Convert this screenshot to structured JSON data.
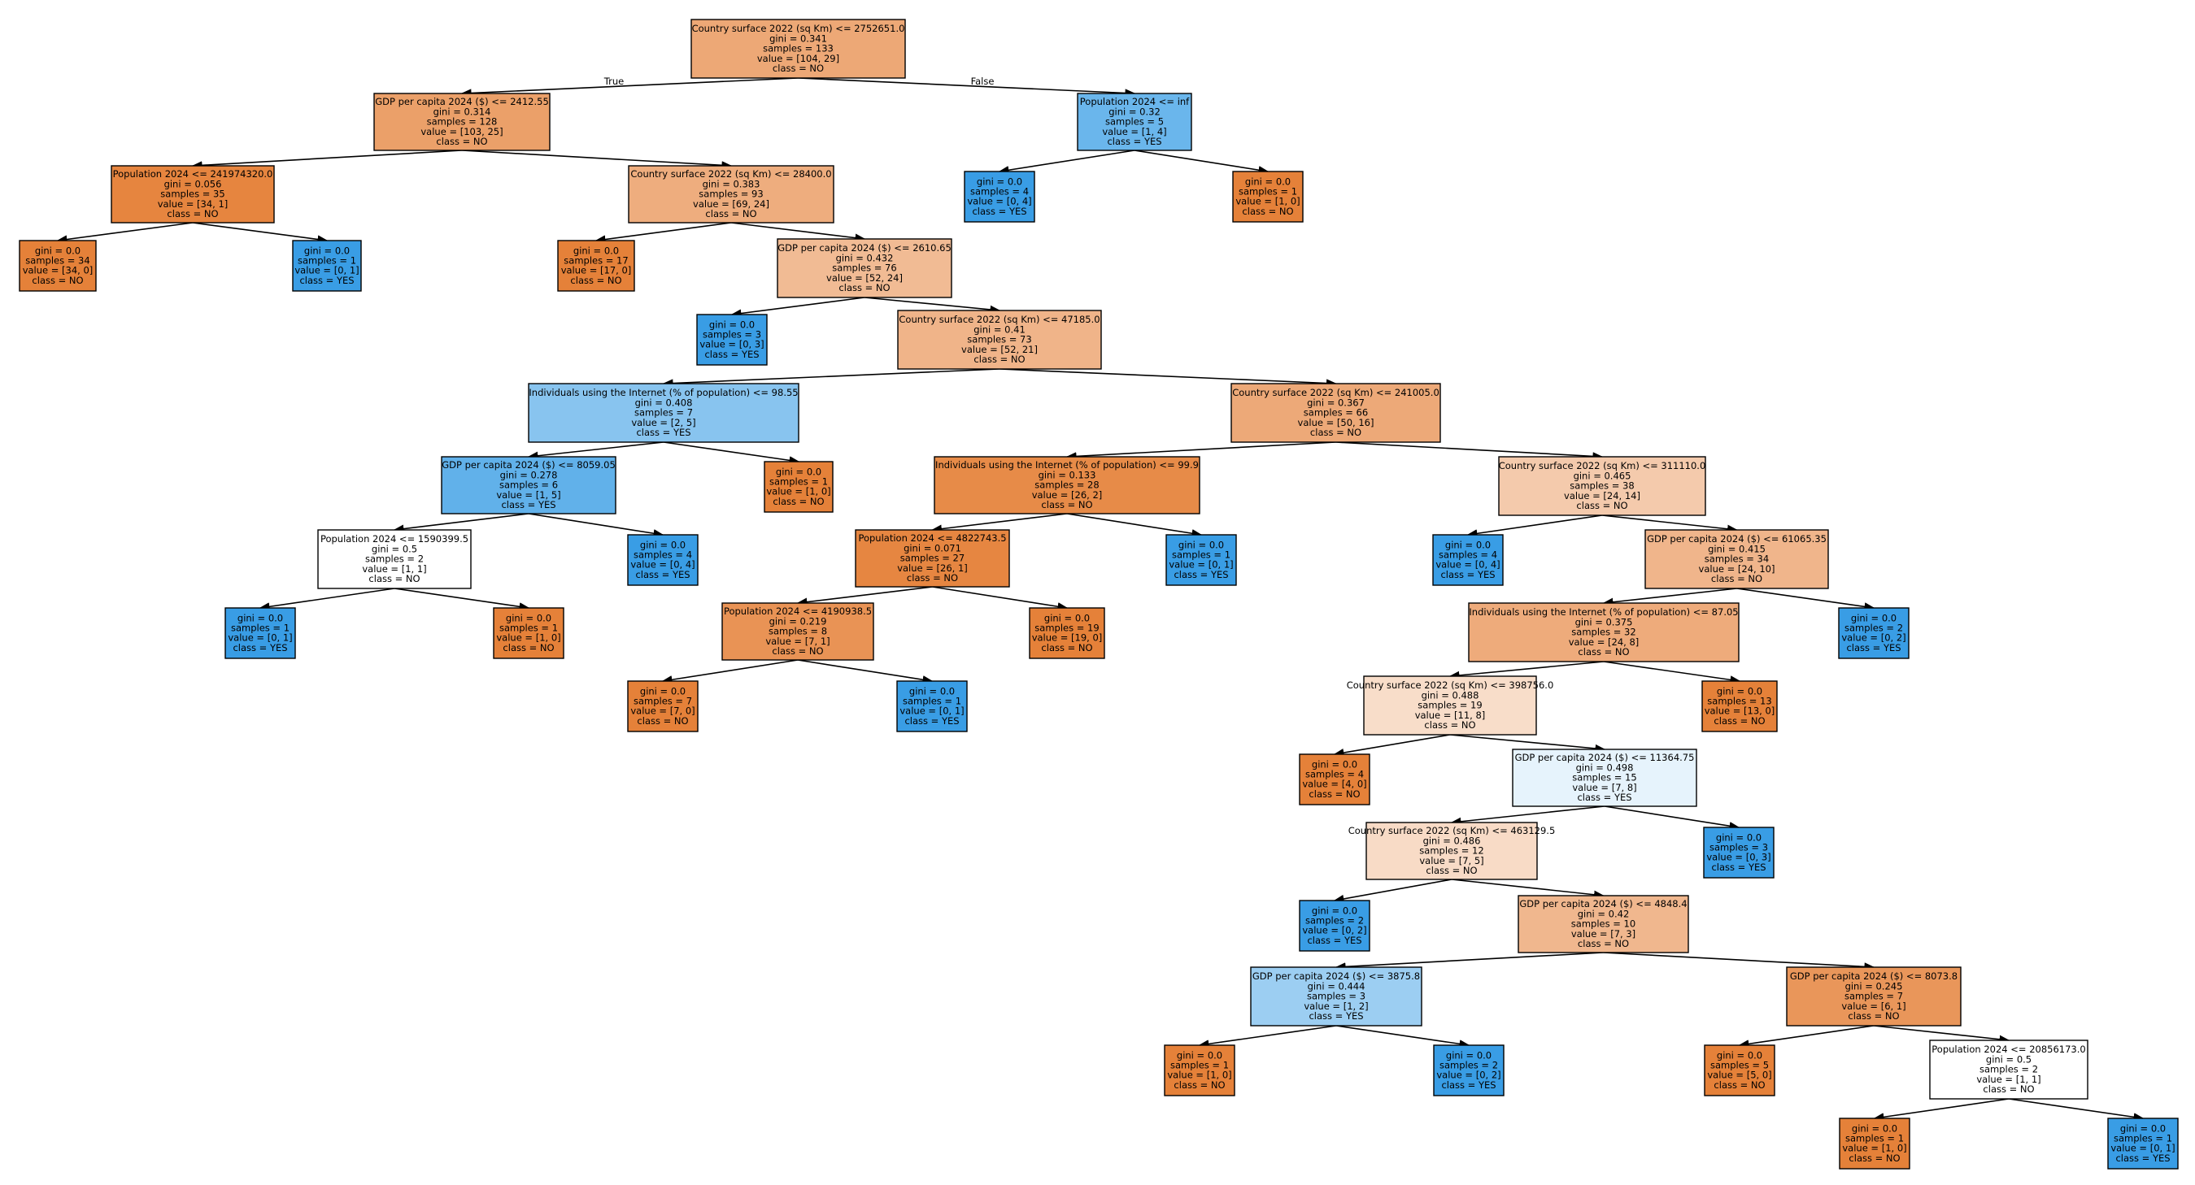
{
  "tree": {
    "edge_labels": {
      "true_label": "True",
      "false_label": "False"
    },
    "nodes": [
      {
        "id": "n0",
        "lines": [
          "Country surface 2022 (sq Km) <= 2752651.0",
          "gini = 0.341",
          "samples = 133",
          "value = [104, 29]",
          "class = NO"
        ],
        "color": "#eda876"
      },
      {
        "id": "n1",
        "lines": [
          "GDP per capita 2024 ($) <= 2412.55",
          "gini = 0.314",
          "samples = 128",
          "value = [103, 25]",
          "class = NO"
        ],
        "color": "#eba069"
      },
      {
        "id": "n2",
        "lines": [
          "Population 2024 <= 241974320.0",
          "gini = 0.056",
          "samples = 35",
          "value = [34, 1]",
          "class = NO"
        ],
        "color": "#e6853f"
      },
      {
        "id": "n3",
        "lines": [
          "gini = 0.0",
          "samples = 34",
          "value = [34, 0]",
          "class = NO"
        ],
        "color": "#e58139"
      },
      {
        "id": "n4",
        "lines": [
          "gini = 0.0",
          "samples = 1",
          "value = [0, 1]",
          "class = YES"
        ],
        "color": "#399de5"
      },
      {
        "id": "n5",
        "lines": [
          "Country surface 2022 (sq Km) <= 28400.0",
          "gini = 0.383",
          "samples = 93",
          "value = [69, 24]",
          "class = NO"
        ],
        "color": "#eead7e"
      },
      {
        "id": "n6",
        "lines": [
          "gini = 0.0",
          "samples = 17",
          "value = [17, 0]",
          "class = NO"
        ],
        "color": "#e58139"
      },
      {
        "id": "n7",
        "lines": [
          "GDP per capita 2024 ($) <= 2610.65",
          "gini = 0.432",
          "samples = 76",
          "value = [52, 24]",
          "class = NO"
        ],
        "color": "#f1bb94"
      },
      {
        "id": "n8",
        "lines": [
          "gini = 0.0",
          "samples = 3",
          "value = [0, 3]",
          "class = YES"
        ],
        "color": "#399de5"
      },
      {
        "id": "n9",
        "lines": [
          "Country surface 2022 (sq Km) <= 47185.0",
          "gini = 0.41",
          "samples = 73",
          "value = [52, 21]",
          "class = NO"
        ],
        "color": "#f0b489"
      },
      {
        "id": "n10",
        "lines": [
          "Individuals using the Internet (% of population) <= 98.55",
          "gini = 0.408",
          "samples = 7",
          "value = [2, 5]",
          "class = YES"
        ],
        "color": "#88c4ef"
      },
      {
        "id": "n11",
        "lines": [
          "GDP per capita 2024 ($) <= 8059.05",
          "gini = 0.278",
          "samples = 6",
          "value = [1, 5]",
          "class = YES"
        ],
        "color": "#61b1ea"
      },
      {
        "id": "n12",
        "lines": [
          "Population 2024 <= 1590399.5",
          "gini = 0.5",
          "samples = 2",
          "value = [1, 1]",
          "class = NO"
        ],
        "color": "#ffffff"
      },
      {
        "id": "n13",
        "lines": [
          "gini = 0.0",
          "samples = 1",
          "value = [0, 1]",
          "class = YES"
        ],
        "color": "#399de5"
      },
      {
        "id": "n14",
        "lines": [
          "gini = 0.0",
          "samples = 1",
          "value = [1, 0]",
          "class = NO"
        ],
        "color": "#e58139"
      },
      {
        "id": "n15",
        "lines": [
          "gini = 0.0",
          "samples = 4",
          "value = [0, 4]",
          "class = YES"
        ],
        "color": "#399de5"
      },
      {
        "id": "n16",
        "lines": [
          "gini = 0.0",
          "samples = 1",
          "value = [1, 0]",
          "class = NO"
        ],
        "color": "#e58139"
      },
      {
        "id": "n17",
        "lines": [
          "Country surface 2022 (sq Km) <= 241005.0",
          "gini = 0.367",
          "samples = 66",
          "value = [50, 16]",
          "class = NO"
        ],
        "color": "#eda978"
      },
      {
        "id": "n18",
        "lines": [
          "Individuals using the Internet (% of population) <= 99.9",
          "gini = 0.133",
          "samples = 28",
          "value = [26, 2]",
          "class = NO"
        ],
        "color": "#e78b48"
      },
      {
        "id": "n19",
        "lines": [
          "Population 2024 <= 4822743.5",
          "gini = 0.071",
          "samples = 27",
          "value = [26, 1]",
          "class = NO"
        ],
        "color": "#e68641"
      },
      {
        "id": "n20",
        "lines": [
          "Population 2024 <= 4190938.5",
          "gini = 0.219",
          "samples = 8",
          "value = [7, 1]",
          "class = NO"
        ],
        "color": "#e99355"
      },
      {
        "id": "n21",
        "lines": [
          "gini = 0.0",
          "samples = 7",
          "value = [7, 0]",
          "class = NO"
        ],
        "color": "#e58139"
      },
      {
        "id": "n22",
        "lines": [
          "gini = 0.0",
          "samples = 1",
          "value = [0, 1]",
          "class = YES"
        ],
        "color": "#399de5"
      },
      {
        "id": "n23",
        "lines": [
          "gini = 0.0",
          "samples = 19",
          "value = [19, 0]",
          "class = NO"
        ],
        "color": "#e58139"
      },
      {
        "id": "n24",
        "lines": [
          "gini = 0.0",
          "samples = 1",
          "value = [0, 1]",
          "class = YES"
        ],
        "color": "#399de5"
      },
      {
        "id": "n25",
        "lines": [
          "Country surface 2022 (sq Km) <= 311110.0",
          "gini = 0.465",
          "samples = 38",
          "value = [24, 14]",
          "class = NO"
        ],
        "color": "#f4caac"
      },
      {
        "id": "n26",
        "lines": [
          "gini = 0.0",
          "samples = 4",
          "value = [0, 4]",
          "class = YES"
        ],
        "color": "#399de5"
      },
      {
        "id": "n27",
        "lines": [
          "GDP per capita 2024 ($) <= 61065.35",
          "gini = 0.415",
          "samples = 34",
          "value = [24, 10]",
          "class = NO"
        ],
        "color": "#f0b58b"
      },
      {
        "id": "n28",
        "lines": [
          "Individuals using the Internet (% of population) <= 87.05",
          "gini = 0.375",
          "samples = 32",
          "value = [24, 8]",
          "class = NO"
        ],
        "color": "#eeab7b"
      },
      {
        "id": "n29",
        "lines": [
          "Country surface 2022 (sq Km) <= 398756.0",
          "gini = 0.488",
          "samples = 19",
          "value = [11, 8]",
          "class = NO"
        ],
        "color": "#f8ddc9"
      },
      {
        "id": "n30",
        "lines": [
          "gini = 0.0",
          "samples = 4",
          "value = [4, 0]",
          "class = NO"
        ],
        "color": "#e58139"
      },
      {
        "id": "n31",
        "lines": [
          "GDP per capita 2024 ($) <= 11364.75",
          "gini = 0.498",
          "samples = 15",
          "value = [7, 8]",
          "class = YES"
        ],
        "color": "#e6f3fc"
      },
      {
        "id": "n32",
        "lines": [
          "Country surface 2022 (sq Km) <= 463129.5",
          "gini = 0.486",
          "samples = 12",
          "value = [7, 5]",
          "class = NO"
        ],
        "color": "#f8dbc6"
      },
      {
        "id": "n33",
        "lines": [
          "gini = 0.0",
          "samples = 2",
          "value = [0, 2]",
          "class = YES"
        ],
        "color": "#399de5"
      },
      {
        "id": "n34",
        "lines": [
          "GDP per capita 2024 ($) <= 4848.4",
          "gini = 0.42",
          "samples = 10",
          "value = [7, 3]",
          "class = NO"
        ],
        "color": "#f0b78e"
      },
      {
        "id": "n35",
        "lines": [
          "GDP per capita 2024 ($) <= 3875.8",
          "gini = 0.444",
          "samples = 3",
          "value = [1, 2]",
          "class = YES"
        ],
        "color": "#9ccef2"
      },
      {
        "id": "n36",
        "lines": [
          "gini = 0.0",
          "samples = 1",
          "value = [1, 0]",
          "class = NO"
        ],
        "color": "#e58139"
      },
      {
        "id": "n37",
        "lines": [
          "gini = 0.0",
          "samples = 2",
          "value = [0, 2]",
          "class = YES"
        ],
        "color": "#399de5"
      },
      {
        "id": "n38",
        "lines": [
          "GDP per capita 2024 ($) <= 8073.8",
          "gini = 0.245",
          "samples = 7",
          "value = [6, 1]",
          "class = NO"
        ],
        "color": "#e9965a"
      },
      {
        "id": "n39",
        "lines": [
          "gini = 0.0",
          "samples = 5",
          "value = [5, 0]",
          "class = NO"
        ],
        "color": "#e58139"
      },
      {
        "id": "n40",
        "lines": [
          "Population 2024 <= 20856173.0",
          "gini = 0.5",
          "samples = 2",
          "value = [1, 1]",
          "class = NO"
        ],
        "color": "#ffffff"
      },
      {
        "id": "n41",
        "lines": [
          "gini = 0.0",
          "samples = 1",
          "value = [1, 0]",
          "class = NO"
        ],
        "color": "#e58139"
      },
      {
        "id": "n42",
        "lines": [
          "gini = 0.0",
          "samples = 1",
          "value = [0, 1]",
          "class = YES"
        ],
        "color": "#399de5"
      },
      {
        "id": "n43",
        "lines": [
          "gini = 0.0",
          "samples = 3",
          "value = [0, 3]",
          "class = YES"
        ],
        "color": "#399de5"
      },
      {
        "id": "n44",
        "lines": [
          "gini = 0.0",
          "samples = 13",
          "value = [13, 0]",
          "class = NO"
        ],
        "color": "#e58139"
      },
      {
        "id": "n45",
        "lines": [
          "gini = 0.0",
          "samples = 2",
          "value = [0, 2]",
          "class = YES"
        ],
        "color": "#399de5"
      },
      {
        "id": "n46",
        "lines": [
          "Population 2024 <= inf",
          "gini = 0.32",
          "samples = 5",
          "value = [1, 4]",
          "class = YES"
        ],
        "color": "#6ab6ec"
      },
      {
        "id": "n47",
        "lines": [
          "gini = 0.0",
          "samples = 4",
          "value = [0, 4]",
          "class = YES"
        ],
        "color": "#399de5"
      },
      {
        "id": "n48",
        "lines": [
          "gini = 0.0",
          "samples = 1",
          "value = [1, 0]",
          "class = NO"
        ],
        "color": "#e58139"
      }
    ],
    "edges": [
      [
        "n0",
        "n1"
      ],
      [
        "n0",
        "n46"
      ],
      [
        "n1",
        "n2"
      ],
      [
        "n1",
        "n5"
      ],
      [
        "n2",
        "n3"
      ],
      [
        "n2",
        "n4"
      ],
      [
        "n5",
        "n6"
      ],
      [
        "n5",
        "n7"
      ],
      [
        "n7",
        "n8"
      ],
      [
        "n7",
        "n9"
      ],
      [
        "n9",
        "n10"
      ],
      [
        "n9",
        "n17"
      ],
      [
        "n10",
        "n11"
      ],
      [
        "n10",
        "n16"
      ],
      [
        "n11",
        "n12"
      ],
      [
        "n11",
        "n15"
      ],
      [
        "n12",
        "n13"
      ],
      [
        "n12",
        "n14"
      ],
      [
        "n17",
        "n18"
      ],
      [
        "n17",
        "n25"
      ],
      [
        "n18",
        "n19"
      ],
      [
        "n18",
        "n24"
      ],
      [
        "n19",
        "n20"
      ],
      [
        "n19",
        "n23"
      ],
      [
        "n20",
        "n21"
      ],
      [
        "n20",
        "n22"
      ],
      [
        "n25",
        "n26"
      ],
      [
        "n25",
        "n27"
      ],
      [
        "n27",
        "n28"
      ],
      [
        "n27",
        "n45"
      ],
      [
        "n28",
        "n29"
      ],
      [
        "n28",
        "n44"
      ],
      [
        "n29",
        "n30"
      ],
      [
        "n29",
        "n31"
      ],
      [
        "n31",
        "n32"
      ],
      [
        "n31",
        "n43"
      ],
      [
        "n32",
        "n33"
      ],
      [
        "n32",
        "n34"
      ],
      [
        "n34",
        "n35"
      ],
      [
        "n34",
        "n38"
      ],
      [
        "n35",
        "n36"
      ],
      [
        "n35",
        "n37"
      ],
      [
        "n38",
        "n39"
      ],
      [
        "n38",
        "n40"
      ],
      [
        "n40",
        "n41"
      ],
      [
        "n40",
        "n42"
      ],
      [
        "n46",
        "n47"
      ],
      [
        "n46",
        "n48"
      ]
    ]
  }
}
